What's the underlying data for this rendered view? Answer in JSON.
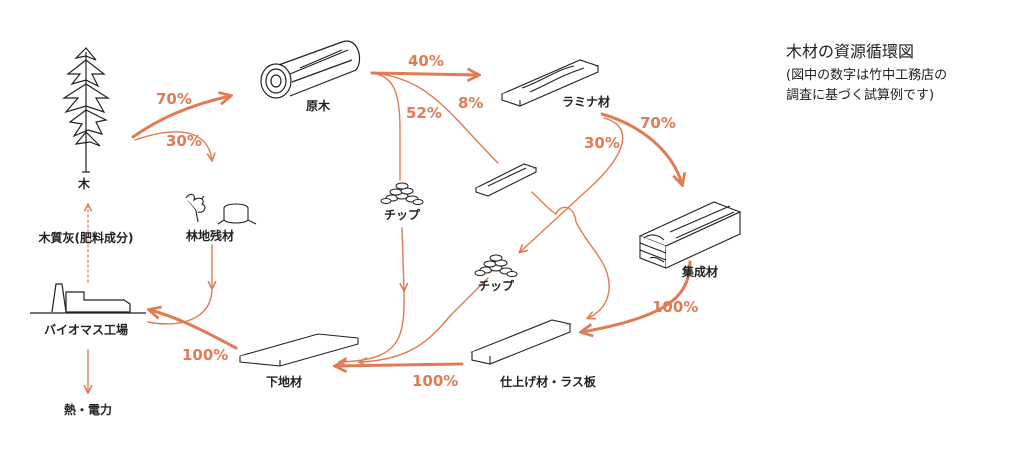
{
  "title": "木材の資源循環図",
  "note_lines": [
    "(図中の数字は竹中工務店の",
    "調査に基づく試算例です)"
  ],
  "nodes": {
    "tree": "木",
    "log": "原木",
    "lamina": "ラミナ材",
    "glulam": "集成材",
    "chip_1": "チップ",
    "chip_2": "チップ",
    "forest_residue": "林地残材",
    "wood_ash": "木質灰(肥料成分)",
    "biomass_plant": "バイオマス工場",
    "heat_power": "熱・電力",
    "subfloor": "下地材",
    "finish": "仕上げ材・ラス板"
  },
  "flows": {
    "tree_to_log": "70%",
    "tree_to_residue": "30%",
    "log_to_lamina": "40%",
    "log_to_chip": "52%",
    "log_to_finish": "8%",
    "lamina_to_glulam": "70%",
    "lamina_to_subfloor": "30%",
    "glulam_to_finish": "100%",
    "finish_to_subfloor": "100%",
    "subfloor_to_biomass": "100%"
  },
  "colors": {
    "flow": "#e07b53",
    "ink": "#222222"
  }
}
